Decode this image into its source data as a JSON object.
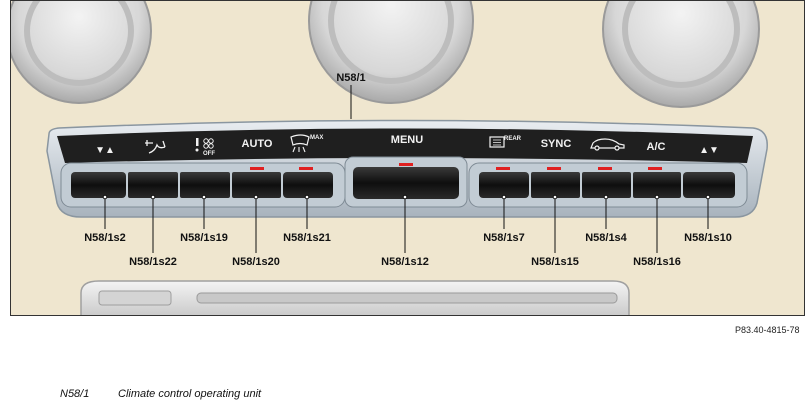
{
  "figure": {
    "top_label": "N58/1",
    "panel_symbols": {
      "fan_down": "▼▲",
      "airflow": "airflow-icon",
      "fan_off": "OFF",
      "auto": "AUTO",
      "defrost_max": "MAX",
      "menu": "MENU",
      "rear_defrost": "REAR",
      "sync": "SYNC",
      "recirculation": "recirculation-icon",
      "ac": "A/C",
      "fan_up": "▲▼"
    },
    "callouts": [
      {
        "id": "s2",
        "text": "N58/1s2"
      },
      {
        "id": "s22",
        "text": "N58/1s22"
      },
      {
        "id": "s19",
        "text": "N58/1s19"
      },
      {
        "id": "s20",
        "text": "N58/1s20"
      },
      {
        "id": "s21",
        "text": "N58/1s21"
      },
      {
        "id": "s12",
        "text": "N58/1s12"
      },
      {
        "id": "s7",
        "text": "N58/1s7"
      },
      {
        "id": "s15",
        "text": "N58/1s15"
      },
      {
        "id": "s4",
        "text": "N58/1s4"
      },
      {
        "id": "s16",
        "text": "N58/1s16"
      },
      {
        "id": "s10",
        "text": "N58/1s10"
      }
    ],
    "reference": "P83.40-4815-78",
    "colors": {
      "panel": "#1f1f1f",
      "indicator": "#e02020",
      "background": "#efe6cf"
    }
  },
  "legend": {
    "code": "N58/1",
    "description": "Climate control operating unit"
  }
}
